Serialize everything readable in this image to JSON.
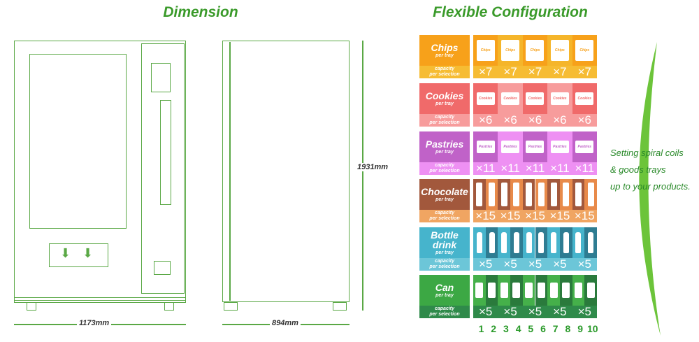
{
  "titles": {
    "dimension": "Dimension",
    "config": "Flexible Configuration"
  },
  "dimensions": {
    "width_front": "1173mm",
    "width_side": "894mm",
    "height": "1931mm"
  },
  "labels": {
    "per_tray": "per tray",
    "capacity": "capacity",
    "per_selection": "per selection"
  },
  "rows": [
    {
      "name": "Chips",
      "product": "Chips",
      "qty": "×7",
      "items": 5,
      "colors": {
        "label": "#f7a11a",
        "cap": "#f6bc33",
        "dark": "#f7a11a",
        "light": "#f5b52a"
      }
    },
    {
      "name": "Cookies",
      "product": "Cookies",
      "qty": "×6",
      "items": 5,
      "colors": {
        "label": "#f06a6a",
        "cap": "#f79c9c",
        "dark": "#f06a6a",
        "light": "#f79c9c"
      }
    },
    {
      "name": "Pastries",
      "product": "Pastries",
      "qty": "×11",
      "items": 5,
      "colors": {
        "label": "#c062c8",
        "cap": "#ee90f3",
        "dark": "#c062c8",
        "light": "#ee90f3"
      }
    },
    {
      "name": "Chocolate",
      "product": "Chocolate",
      "qty": "×15",
      "items": 10,
      "colors": {
        "label": "#a2583c",
        "cap": "#f0a562",
        "dark": "#a2583c",
        "light": "#e88a4a"
      }
    },
    {
      "name": "Bottle drink",
      "product": "",
      "qty": "×5",
      "items": 10,
      "colors": {
        "label": "#46b4cc",
        "cap": "#6cc6d8",
        "dark": "#46b4cc",
        "light": "#2e7c92"
      }
    },
    {
      "name": "Can",
      "product": "Can",
      "qty": "×5",
      "items": 10,
      "colors": {
        "label": "#3ca844",
        "cap": "#2f8a4a",
        "dark": "#45b04a",
        "light": "#2a7a3c"
      }
    }
  ],
  "columns": [
    "1",
    "2",
    "3",
    "4",
    "5",
    "6",
    "7",
    "8",
    "9",
    "10"
  ],
  "tagline": [
    "Setting spiral coils",
    "& goods trays",
    "up to your products."
  ]
}
